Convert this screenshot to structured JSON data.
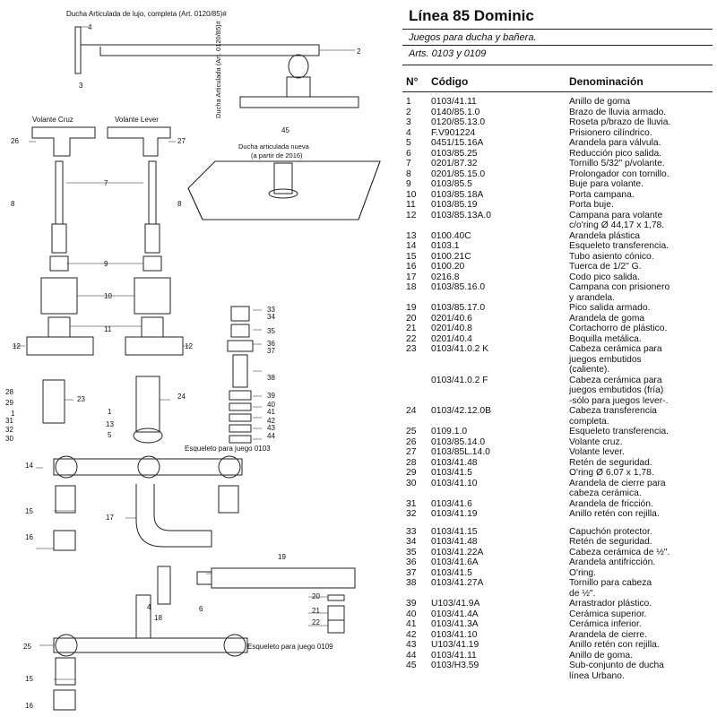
{
  "diagram": {
    "caption_top": "Ducha Articulada de lujo, completa (Art. 0120/85)#",
    "caption_side": "Ducha Articulada (Art. 0120/85)#",
    "caption_new_1": "Ducha articulada nueva",
    "caption_new_2": "(a partir de 2016)",
    "volante_cruz": "Volante Cruz",
    "volante_lever": "Volante Lever",
    "esqueleto_0103": "Esqueleto para juego 0103",
    "esqueleto_0109": "Esqueleto para juego 0109",
    "callouts": {
      "c1": "1",
      "c2": "2",
      "c3": "3",
      "c4": "4",
      "c5": "5",
      "c7": "7",
      "c8a": "8",
      "c8b": "8",
      "c9": "9",
      "c10": "10",
      "c11": "11",
      "c12a": "12",
      "c12b": "12",
      "c13": "13",
      "c14": "14",
      "c15a": "15",
      "c15b": "15",
      "c16a": "16",
      "c16b": "16",
      "c17": "17",
      "c18": "18",
      "c19": "19",
      "c20": "20",
      "c21": "21",
      "c22": "22",
      "c23": "23",
      "c24": "24",
      "c25": "25",
      "c26": "26",
      "c27": "27",
      "c28": "28",
      "c29": "29",
      "c30": "30",
      "c31": "31",
      "c32": "32",
      "c33": "33",
      "c34": "34",
      "c35": "35",
      "c36": "36",
      "c37": "37",
      "c38": "38",
      "c39": "39",
      "c40": "40",
      "c41": "41",
      "c42": "42",
      "c43": "43",
      "c44": "44",
      "c45": "45",
      "c4b": "4",
      "c6": "6",
      "c1b": "1"
    }
  },
  "parts_list": {
    "title": "Línea 85 Dominic",
    "subtitle1": "Juegos para ducha y bañera.",
    "subtitle2": "Arts. 0103 y 0109",
    "headers": {
      "n": "N°",
      "code": "Código",
      "name": "Denominación"
    },
    "rows": [
      {
        "n": "1",
        "code": "0103/41.11",
        "name": "Anillo de goma"
      },
      {
        "n": "2",
        "code": "0140/85.1.0",
        "name": "Brazo de lluvia armado."
      },
      {
        "n": "3",
        "code": "0120/85.13.0",
        "name": "Roseta p/brazo de lluvia."
      },
      {
        "n": "4",
        "code": "F.V901224",
        "name": "Prisionero cilíndrico."
      },
      {
        "n": "5",
        "code": "0451/15.16A",
        "name": "Arandela para válvula."
      },
      {
        "n": "6",
        "code": "0103/85.25",
        "name": "Reducción pico salida."
      },
      {
        "n": "7",
        "code": "0201/87.32",
        "name": "Tornillo 5/32\" p/volante."
      },
      {
        "n": "8",
        "code": "0201/85.15.0",
        "name": "Prolongador con tornillo."
      },
      {
        "n": "9",
        "code": "0103/85.5",
        "name": "Buje para volante."
      },
      {
        "n": "10",
        "code": "0103/85.18A",
        "name": "Porta campana."
      },
      {
        "n": "11",
        "code": "0103/85.19",
        "name": "Porta buje."
      },
      {
        "n": "12",
        "code": "0103/85.13A.0",
        "name": "Campana para volante\nc/o'ring Ø 44,17 x 1,78."
      },
      {
        "n": "13",
        "code": "0100.40C",
        "name": "Arandela plástica"
      },
      {
        "n": "14",
        "code": "0103.1",
        "name": "Esqueleto transferencia."
      },
      {
        "n": "15",
        "code": "0100.21C",
        "name": "Tubo asiento cónico."
      },
      {
        "n": "16",
        "code": "0100.20",
        "name": "Tuerca de 1/2\" G."
      },
      {
        "n": "17",
        "code": "0216.8",
        "name": "Codo pico salida."
      },
      {
        "n": "18",
        "code": "0103/85.16.0",
        "name": "Campana con prisionero\ny arandela."
      },
      {
        "n": "19",
        "code": "0103/85.17.0",
        "name": "Pico salida armado."
      },
      {
        "n": "20",
        "code": "0201/40.6",
        "name": "Arandela de goma"
      },
      {
        "n": "21",
        "code": "0201/40.8",
        "name": "Cortachorro de plástico."
      },
      {
        "n": "22",
        "code": "0201/40.4",
        "name": "Boquilla metálica."
      },
      {
        "n": "23",
        "code": "0103/41.0.2 K",
        "name": "Cabeza cerámica para\njuegos embutidos\n(caliente)."
      },
      {
        "n": "",
        "code": "0103/41.0.2 F",
        "name": "Cabeza cerámica para\njuegos embutidos (fría)\n-sólo para juegos lever-."
      },
      {
        "n": "24",
        "code": "0103/42.12.0B",
        "name": "Cabeza transferencia\ncompleta."
      },
      {
        "n": "25",
        "code": "0109.1.0",
        "name": "Esqueleto transferencia."
      },
      {
        "n": "26",
        "code": "0103/85.14.0",
        "name": "Volante cruz."
      },
      {
        "n": "27",
        "code": "0103/85L.14.0",
        "name": "Volante lever."
      },
      {
        "n": "28",
        "code": "0103/41.48",
        "name": "Retén de seguridad."
      },
      {
        "n": "29",
        "code": "0103/41.5",
        "name": "O'ring Ø 6,07 x 1,78."
      },
      {
        "n": "30",
        "code": "0103/41.10",
        "name": "Arandela de cierre para\ncabeza cerámica."
      },
      {
        "n": "31",
        "code": "0103/41.6",
        "name": "Arandela de fricción."
      },
      {
        "n": "32",
        "code": "0103/41.19",
        "name": "Anillo retén con rejilla."
      },
      {
        "n": "33",
        "code": "0103/41.15",
        "name": "Capuchón protector."
      },
      {
        "n": "34",
        "code": "0103/41.48",
        "name": "Retén de seguridad."
      },
      {
        "n": "35",
        "code": "0103/41.22A",
        "name": "Cabeza cerámica de ½\"."
      },
      {
        "n": "36",
        "code": "0103/41.6A",
        "name": "Arandela antifricción."
      },
      {
        "n": "37",
        "code": "0103/41.5",
        "name": "O'ring."
      },
      {
        "n": "38",
        "code": "0103/41.27A",
        "name": "Tornillo para cabeza\nde ½\"."
      },
      {
        "n": "39",
        "code": "U103/41.9A",
        "name": "Arrastrador plástico."
      },
      {
        "n": "40",
        "code": "0103/41.4A",
        "name": "Cerámica superior."
      },
      {
        "n": "41",
        "code": "0103/41.3A",
        "name": "Cerámica inferior."
      },
      {
        "n": "42",
        "code": "0103/41.10",
        "name": "Arandela de cierre."
      },
      {
        "n": "43",
        "code": "U103/41.19",
        "name": "Anillo retén con rejilla."
      },
      {
        "n": "44",
        "code": "0103/41.11",
        "name": "Anillo de goma."
      },
      {
        "n": "45",
        "code": "0103/H3.59",
        "name": "Sub-conjunto de ducha\nlínea Urbano."
      }
    ]
  }
}
